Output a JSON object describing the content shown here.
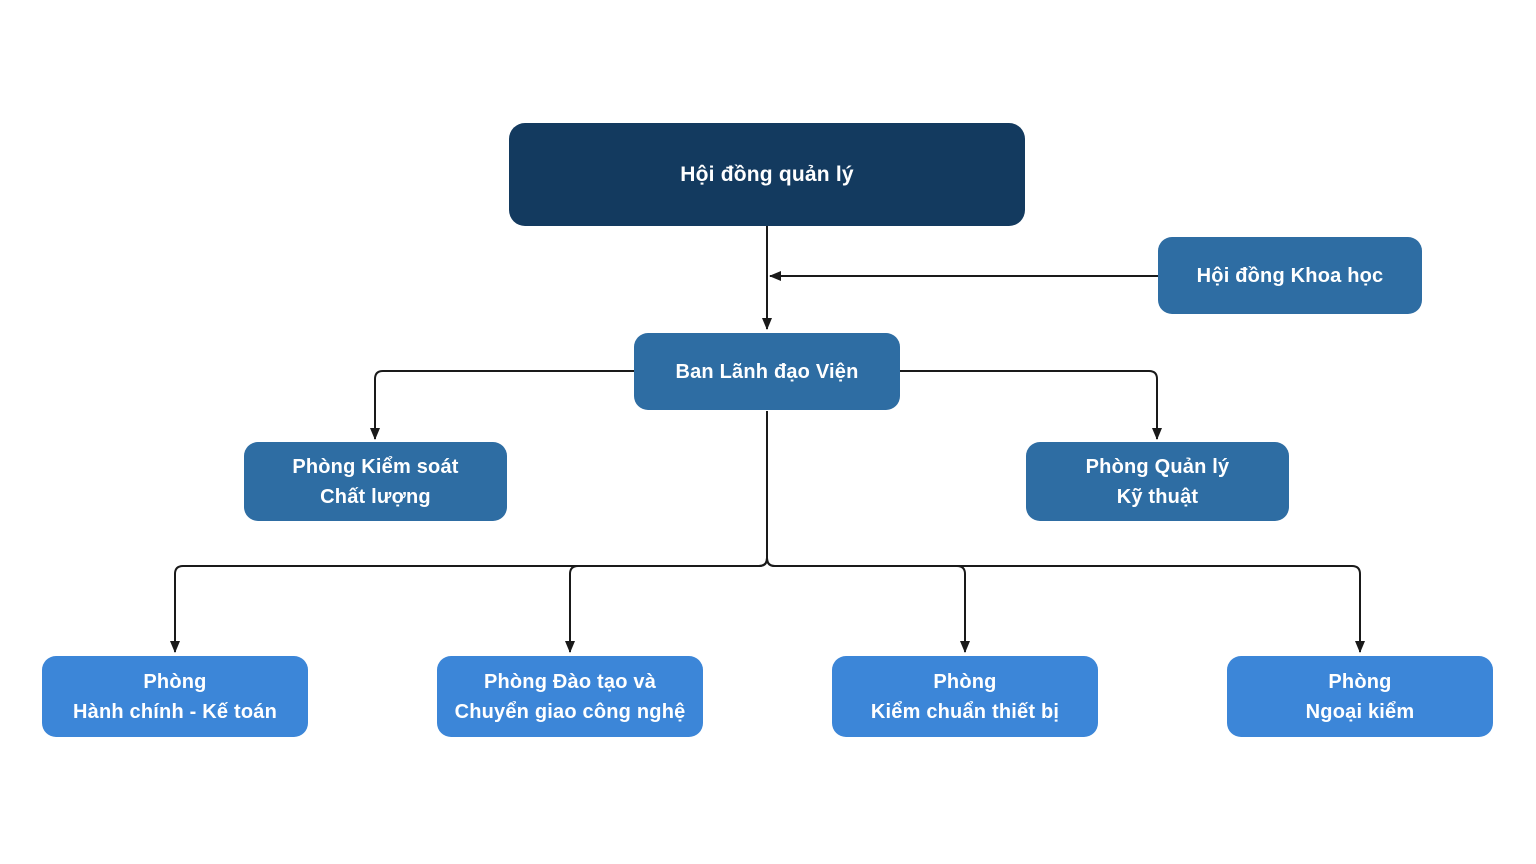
{
  "colors": {
    "level1_bg": "#133A5F",
    "level2_bg": "#2E6DA3",
    "level3_bg": "#3C86D8",
    "text": "#FFFFFF",
    "connector": "#1A1A1A",
    "canvas_bg": "#FFFFFF"
  },
  "nodes": {
    "management_council": {
      "label": "Hội đồng quản lý"
    },
    "science_council": {
      "label": "Hội đồng Khoa học"
    },
    "institute_board": {
      "label": "Ban Lãnh đạo Viện"
    },
    "quality_control": {
      "line1": "Phòng Kiểm soát",
      "line2": "Chất lượng"
    },
    "technical_management": {
      "line1": "Phòng Quản lý",
      "line2": "Kỹ thuật"
    },
    "admin_accounting": {
      "line1": "Phòng",
      "line2": "Hành chính - Kế toán"
    },
    "training_tech_transfer": {
      "line1": "Phòng Đào tạo và",
      "line2": "Chuyển giao công nghệ"
    },
    "equipment_calibration": {
      "line1": "Phòng",
      "line2": "Kiểm chuẩn thiết bị"
    },
    "external_quality": {
      "line1": "Phòng",
      "line2": "Ngoại kiểm"
    }
  },
  "edges": [
    {
      "from": "management_council",
      "to": "institute_board"
    },
    {
      "from": "science_council",
      "to": "institute_board"
    },
    {
      "from": "institute_board",
      "to": "quality_control"
    },
    {
      "from": "institute_board",
      "to": "technical_management"
    },
    {
      "from": "institute_board",
      "to": "admin_accounting"
    },
    {
      "from": "institute_board",
      "to": "training_tech_transfer"
    },
    {
      "from": "institute_board",
      "to": "equipment_calibration"
    },
    {
      "from": "institute_board",
      "to": "external_quality"
    }
  ]
}
